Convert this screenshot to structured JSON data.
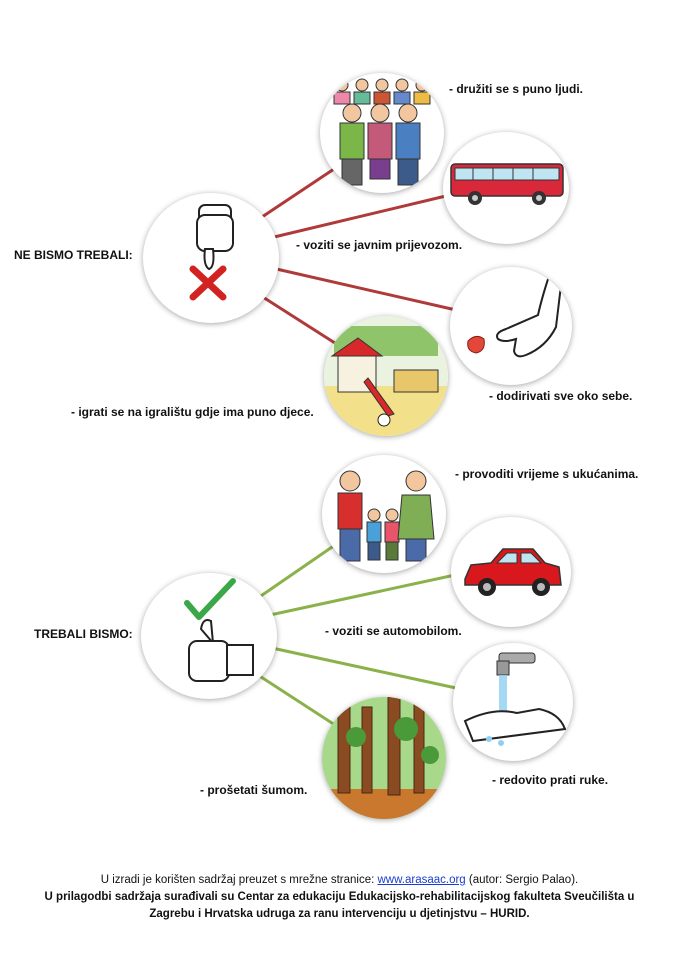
{
  "section_not": {
    "heading": "NE BISMO TREBALI:",
    "items": [
      {
        "label": "- družiti se s puno ljudi.",
        "icon": "crowd-icon"
      },
      {
        "label": "- voziti se javnim prijevozom.",
        "icon": "bus-icon"
      },
      {
        "label": "- dodirivati sve oko sebe.",
        "icon": "touching-finger-icon"
      },
      {
        "label": "- igrati se na igralištu gdje ima puno djece.",
        "icon": "playground-icon"
      }
    ],
    "center_icon": "thumbs-down-x-icon",
    "line_color": "#b03a3a"
  },
  "section_yes": {
    "heading": "TREBALI BISMO:",
    "items": [
      {
        "label": "- provoditi vrijeme s ukućanima.",
        "icon": "family-icon"
      },
      {
        "label": "- voziti se automobilom.",
        "icon": "car-icon"
      },
      {
        "label": "- redovito prati ruke.",
        "icon": "hand-washing-icon"
      },
      {
        "label": "- prošetati šumom.",
        "icon": "forest-icon"
      }
    ],
    "center_icon": "thumbs-up-check-icon",
    "line_color": "#8bb24a"
  },
  "footer": {
    "line1_before": "U izradi je korišten sadržaj preuzet s mrežne stranice: ",
    "link": "www.arasaac.org",
    "line1_after": " (autor: Sergio Palao).",
    "line2": "U prilagodbi sadržaja surađivali su Centar za edukaciju Edukacijsko-rehabilitacijskog fakulteta Sveučilišta u",
    "line3": "Zagrebu i Hrvatska udruga za ranu intervenciju u djetinjstvu – HURID."
  }
}
